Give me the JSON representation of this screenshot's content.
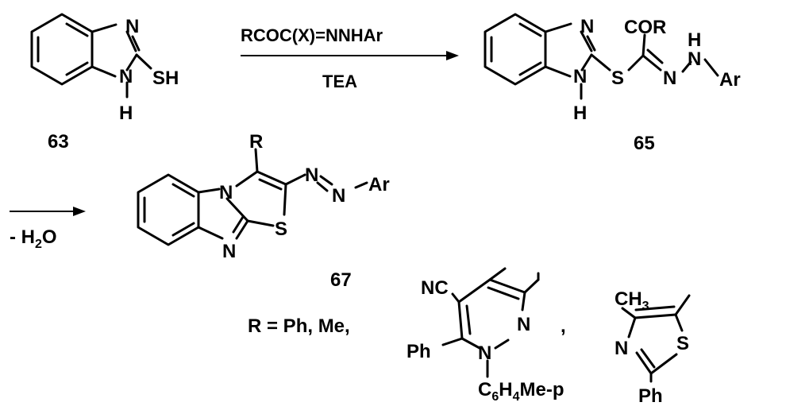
{
  "atoms": {
    "n": "N",
    "h": "H",
    "s": "S",
    "sh": "SH",
    "nh_ar": "Ar",
    "cor": "COR",
    "r": "R",
    "nc": "NC",
    "ph": "Ph",
    "ch": "CH",
    "sub3": "3",
    "sub6": "6",
    "sub4": "4",
    "c": "C",
    "me_p": "Me-p",
    "water_prefix": "- H",
    "sub2": "2",
    "o": "O"
  },
  "labels": {
    "compound_63": "63",
    "compound_65": "65",
    "compound_67": "67"
  },
  "arrows": {
    "reagent_top": "RCOC(X)=NNHAr",
    "reagent_bottom": "TEA"
  },
  "substituents": {
    "r_list": "R  = Ph, Me,",
    "comma": ","
  }
}
